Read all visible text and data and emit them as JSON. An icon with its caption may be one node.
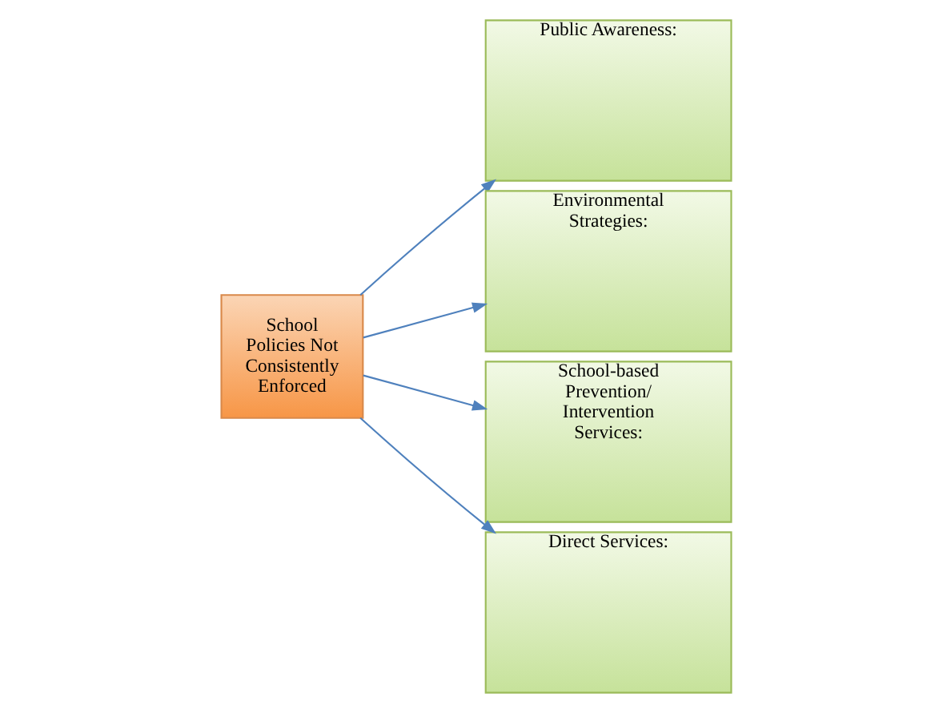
{
  "diagram": {
    "nodes": [
      {
        "text": [
          "School Policies Not Consistently Enforced"
        ]
      },
      {
        "text": [
          "Public Awareness:"
        ]
      },
      {
        "text": [
          "Environmental Strategies:"
        ]
      },
      {
        "text": [
          "School-based Prevention/ Intervention Services:"
        ]
      },
      {
        "text": [
          "Direct Services:"
        ]
      }
    ],
    "edges": [
      {
        "from": 0,
        "to": 1,
        "arrow": "to"
      },
      {
        "from": 0,
        "to": 2,
        "arrow": "to"
      },
      {
        "from": 0,
        "to": 3,
        "arrow": "to"
      },
      {
        "from": 0,
        "to": 4,
        "arrow": "to"
      }
    ]
  }
}
